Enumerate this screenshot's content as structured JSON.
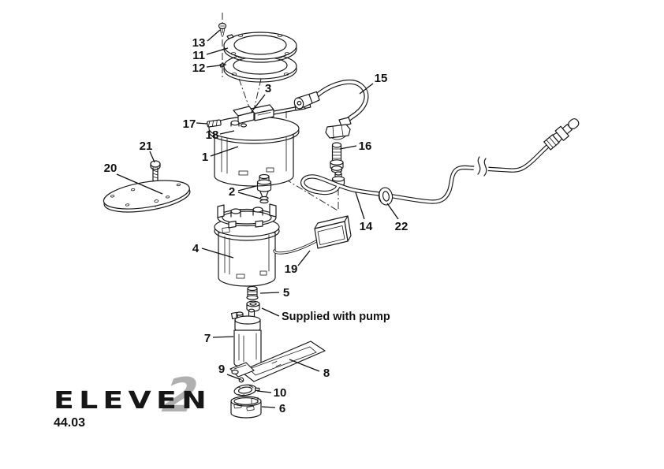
{
  "colors": {
    "line": "#1a1a1a",
    "logo_gray": "#b0b0b0",
    "background": "#ffffff"
  },
  "callouts": {
    "1": "1",
    "2": "2",
    "3": "3",
    "4": "4",
    "5": "5",
    "6": "6",
    "7": "7",
    "8": "8",
    "9": "9",
    "10": "10",
    "11": "11",
    "12": "12",
    "13": "13",
    "14": "14",
    "15": "15",
    "16": "16",
    "17": "17",
    "18": "18",
    "19": "19",
    "20": "20",
    "21": "21",
    "22": "22"
  },
  "annotation": {
    "supplied_with_pump": "Supplied with pump"
  },
  "footer": {
    "logo_text": "ELEVEN",
    "logo_numeral": "2",
    "page_code": "44.03"
  }
}
